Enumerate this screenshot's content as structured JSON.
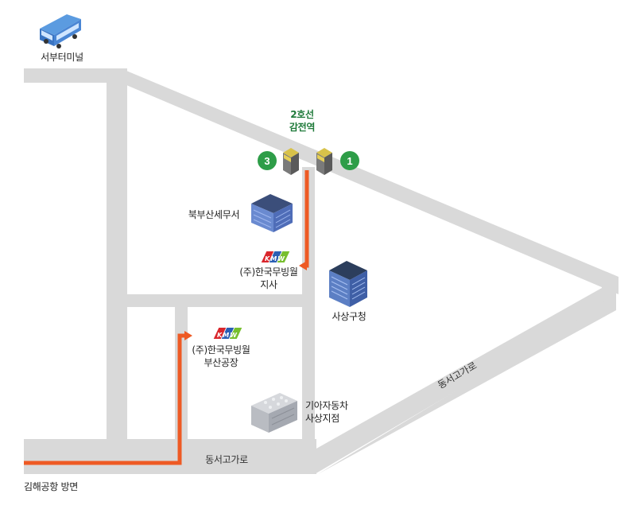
{
  "colors": {
    "road": "#d9d9d9",
    "route": "#ee5a24",
    "exit_badge": "#2e9d48",
    "station_text": "#1f7a3a",
    "logo_red": "#d9262c",
    "logo_blue": "#2b5fb4",
    "logo_green": "#77bf2e"
  },
  "icons": {
    "bus": "bus-icon",
    "station_exit": "subway-exit-icon",
    "office_building": "building-icon",
    "tower_building": "tower-icon",
    "factory": "warehouse-icon",
    "company_logo": "kmw-logo"
  },
  "bus_terminal": {
    "label": "서부터미널"
  },
  "station": {
    "line": "2호선",
    "name": "감전역"
  },
  "exits": [
    {
      "number": "3"
    },
    {
      "number": "1"
    }
  ],
  "landmarks": {
    "tax_office": "북부산세무서",
    "gu_office": "사상구청",
    "kia": [
      "기아자동차",
      "사상지점"
    ]
  },
  "kmw_branch": {
    "name": "(주)한국무빙월",
    "sub": "지사"
  },
  "kmw_factory": {
    "name": "(주)한국무빙월",
    "sub": "부산공장"
  },
  "logo_text": "KMW",
  "roads": {
    "diagonal": "동서고가로",
    "bottom": "동서고가로"
  },
  "direction": "김해공항 방면"
}
